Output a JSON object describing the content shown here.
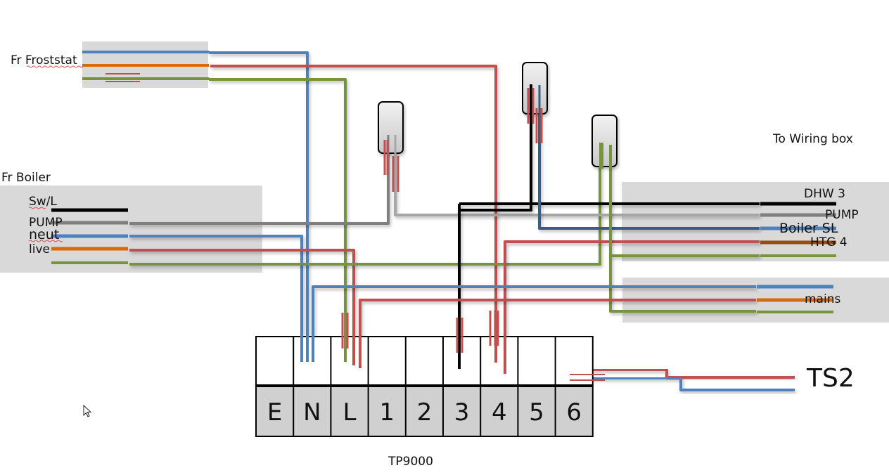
{
  "diagram": {
    "device_label": "TP9000",
    "terminals": [
      "E",
      "N",
      "L",
      "1",
      "2",
      "3",
      "4",
      "5",
      "6"
    ],
    "froststat": {
      "label": "Fr Froststat"
    },
    "boiler": {
      "label": "Fr Boiler",
      "wires": [
        "Sw/L",
        "PUMP",
        "neut",
        "live"
      ]
    },
    "wiring_box": {
      "label": "To Wiring box",
      "wires": [
        "DHW 3",
        "PUMP",
        "Boiler SL",
        "HTG 4"
      ]
    },
    "mains": {
      "label": "mains"
    },
    "ts2": {
      "label": "TS2"
    },
    "connectors": [
      "connector-1",
      "connector-2",
      "connector-3"
    ],
    "wire_colors": {
      "blue": "#4f81bd",
      "dark_blue": "#385d8a",
      "red": "#c0504d",
      "orange": "#d46a0a",
      "brown": "#9a4a0c",
      "green": "#77933c",
      "black": "#000000",
      "gray": "#7f7f7f",
      "light_gray": "#a6a6a6"
    }
  }
}
